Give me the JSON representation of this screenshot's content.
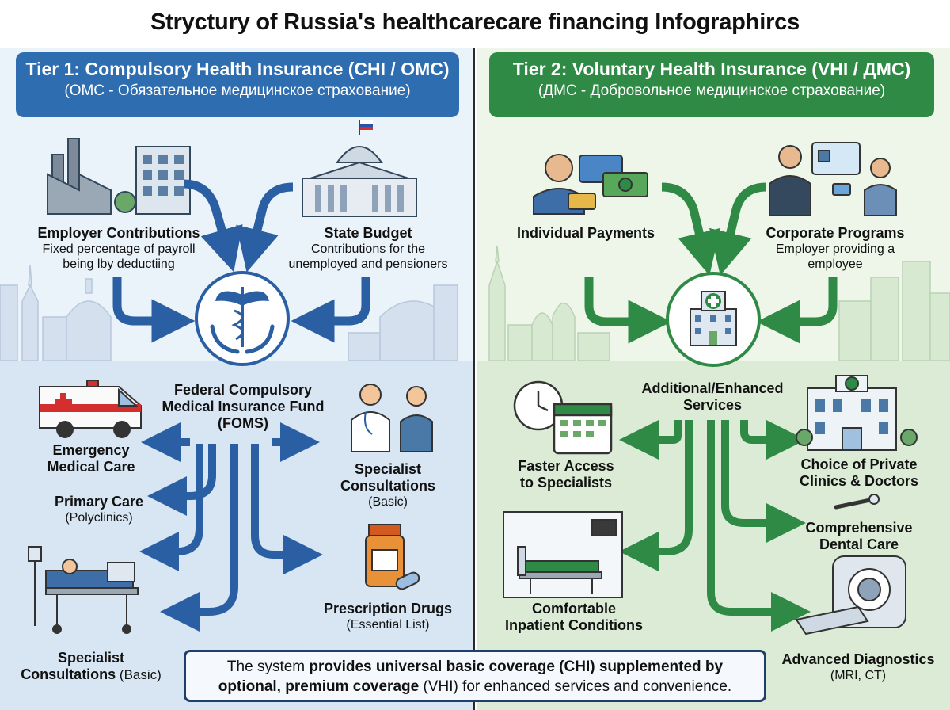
{
  "title": "Stryctury of Russia's healthcarecare financing Infographircs",
  "colors": {
    "blue": "#2e6db0",
    "green": "#2f8a45",
    "blue_arrow": "#2a5fa3",
    "green_arrow": "#2f8a45"
  },
  "tier1": {
    "title": "Tier 1: Compulsory Health Insurance (CHI / OMC)",
    "subtitle": "(ОМС - Обязательное медицинское страхование)",
    "employer": {
      "title": "Employer Contributions",
      "line1": "Fixed percentage of payroll",
      "line2": "being lby deductiing"
    },
    "state": {
      "title": "State Budget",
      "line1": "Contributions for the",
      "line2": "unemployed and pensioners"
    },
    "fund": {
      "line1": "Federal Compulsory",
      "line2": "Medical Insurance Fund",
      "line3": "(FOMS)"
    },
    "services": {
      "emergency": {
        "line1": "Emergency",
        "line2": "Medical Care"
      },
      "primary": {
        "title": "Primary Care",
        "sub": "(Polyclinics)"
      },
      "specialist_bottom": {
        "line1": "Specialist",
        "line2a": "Consultations",
        "line2b": " (Basic)"
      },
      "specialist_right": {
        "line1": "Specialist",
        "line2": "Consultations",
        "sub": "(Basic)"
      },
      "drugs": {
        "title": "Prescription Drugs",
        "sub": "(Essential List)"
      }
    }
  },
  "tier2": {
    "title": "Tier 2: Voluntary Health Insurance (VHI / ДМС)",
    "subtitle": "(ДМС - Добровольное медицинское страхование)",
    "individual": {
      "title": "Individual Payments"
    },
    "corporate": {
      "title": "Corporate Programs",
      "line1": "Employer providing a",
      "line2": "employee"
    },
    "hub": {
      "line1": "Additional/Enhanced",
      "line2": "Services"
    },
    "services": {
      "faster": {
        "line1": "Faster Access",
        "line2": "to Specialists"
      },
      "choice": {
        "line1": "Choice of Private",
        "line2": "Clinics & Doctors"
      },
      "dental": {
        "line1": "Comprehensive",
        "line2": "Dental Care"
      },
      "inpatient": {
        "line1": "Comfortable",
        "line2": "Inpatient Conditions"
      },
      "diagnostics": {
        "title": "Advanced Diagnostics",
        "sub": "(MRI, CT)"
      }
    }
  },
  "footer": {
    "p1": "The system ",
    "p2": "provides universal basic coverage (CHI) supplemented by",
    "p3": "optional, premium coverage",
    "p4": " (VHI) for enhanced services and convenience."
  }
}
